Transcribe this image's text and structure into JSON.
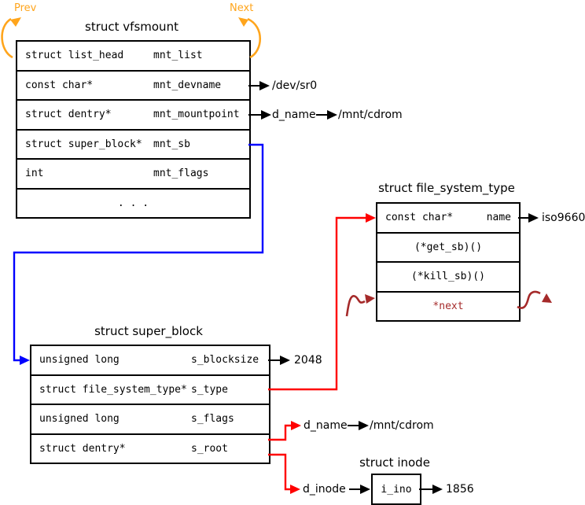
{
  "nav": {
    "prev": "Prev",
    "next": "Next"
  },
  "colors": {
    "nav_orange": "#ffa51c",
    "pointer_blue": "#0000ff",
    "pointer_red": "#ff0000",
    "pointer_darkred": "#a52a2a",
    "line_black": "#000000"
  },
  "vfsmount": {
    "title": "struct vfsmount",
    "rows": [
      {
        "type": "struct list_head",
        "name": "mnt_list"
      },
      {
        "type": "const char*",
        "name": "mnt_devname"
      },
      {
        "type": "struct dentry*",
        "name": "mnt_mountpoint"
      },
      {
        "type": "struct super_block*",
        "name": "mnt_sb"
      },
      {
        "type": "int",
        "name": "mnt_flags"
      }
    ],
    "ellipsis": ". . .",
    "pointers": {
      "devname_value": "/dev/sr0",
      "mountpoint_field": "d_name",
      "mountpoint_value": "/mnt/cdrom"
    }
  },
  "file_system_type": {
    "title": "struct file_system_type",
    "rows": [
      {
        "type": "const char*",
        "name": "name"
      },
      {
        "label": "(*get_sb)()"
      },
      {
        "label": "(*kill_sb)()"
      },
      {
        "label": "*next"
      }
    ],
    "pointers": {
      "name_value": "iso9660"
    }
  },
  "super_block": {
    "title": "struct super_block",
    "rows": [
      {
        "type": "unsigned long",
        "name": "s_blocksize"
      },
      {
        "type": "struct file_system_type*",
        "name": "s_type"
      },
      {
        "type": "unsigned long",
        "name": "s_flags"
      },
      {
        "type": "struct dentry*",
        "name": "s_root"
      }
    ],
    "pointers": {
      "blocksize_value": "2048",
      "root_dname_field": "d_name",
      "root_dname_value": "/mnt/cdrom",
      "root_dinode_field": "d_inode"
    }
  },
  "inode": {
    "title": "struct inode",
    "field": "i_ino",
    "value": "1856"
  }
}
